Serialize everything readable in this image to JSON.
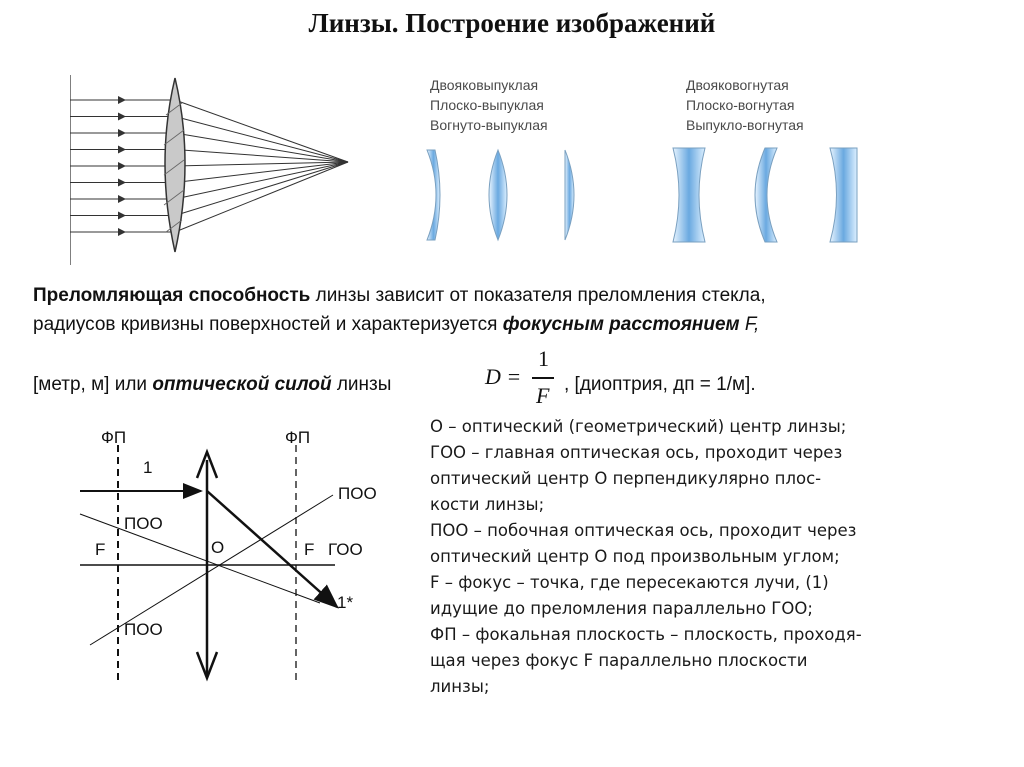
{
  "title": "Линзы. Построение изображений",
  "convex_types": [
    "Двояковыпуклая",
    "Плоско-выпуклая",
    "Вогнуто-выпуклая"
  ],
  "concave_types": [
    "Двояковогнутая",
    "Плоско-вогнутая",
    "Выпукло-вогнутая"
  ],
  "paragraph": {
    "line1_bold": "Преломляющая способность",
    "line1_rest": " линзы зависит от  показателя  преломления  стекла,",
    "line2_text": "радиусов  кривизны поверхностей и характеризуется ",
    "line2_italic": "фокусным  расстоянием",
    "line2_end": "  F,",
    "line3_start": "[метр, м] или ",
    "line3_italic": "оптической силой",
    "line3_mid": " линзы",
    "line3_end": ", [диоптрия, дп = 1/м]."
  },
  "formula": {
    "lhs": "D =",
    "numerator": "1",
    "denominator": "F"
  },
  "diagram_labels": {
    "fp_left": "ФП",
    "fp_right": "ФП",
    "ray1": "1",
    "ray1_star": "1*",
    "poo_upper_left": "ПОО",
    "poo_upper_right": "ПОО",
    "poo_lower": "ПОО",
    "f_left": "F",
    "o": "O",
    "f_right": "F",
    "goo": "ГОО"
  },
  "definitions": [
    "O – оптический  (геометрический)  центр  линзы;",
    "ГОО – главная  оптическая  ось,  проходит  через",
    " оптический центр  О  перпендикулярно  плос-",
    " кости линзы;",
    "ПОО – побочная  оптическая  ось,  проходит  через",
    " оптический центр  О  под  произвольным  углом;",
    " F –  фокус – точка,  где  пересекаются  лучи, (1)",
    " идущие до преломления параллельно  ГОО;",
    "ФП – фокальная  плоскость – плоскость, проходя-",
    " щая через фокус  F   параллельно  плоскости",
    " линзы;"
  ]
}
